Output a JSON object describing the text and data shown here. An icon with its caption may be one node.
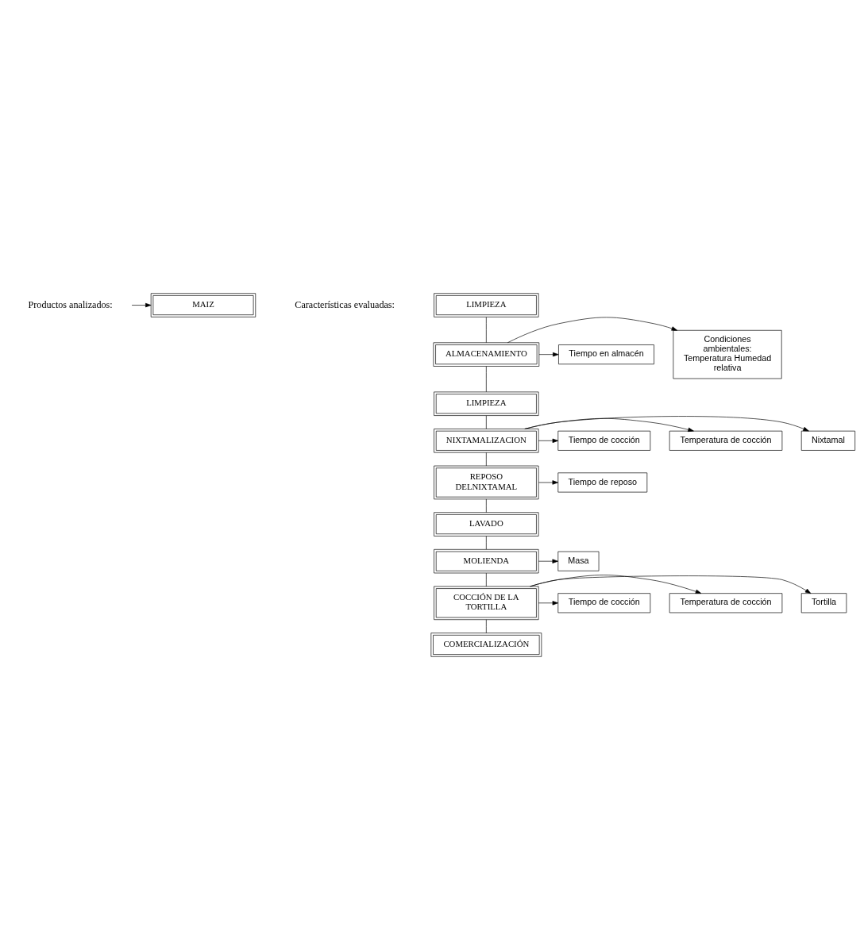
{
  "diagram": {
    "nodes": [
      {
        "text": [
          "Productos analizados:"
        ]
      },
      {
        "text": [
          "MAIZ"
        ]
      },
      {
        "text": [
          "LIMPIEZA"
        ]
      },
      {
        "text": [
          "ALMACENAMIENTO"
        ]
      },
      {
        "text": [
          "LIMPIEZA"
        ]
      },
      {
        "text": [
          "NIXTAMALIZACION"
        ]
      },
      {
        "text": [
          "REPOSO DELNIXTAMAL"
        ]
      },
      {
        "text": [
          "LAVADO"
        ]
      },
      {
        "text": [
          "MOLIENDA"
        ]
      },
      {
        "text": [
          "COCCIÓN DE LA TORTILLA"
        ]
      },
      {
        "text": [
          "COMERCIALIZACIÓN"
        ]
      },
      {
        "text": [
          "Nixtamal"
        ]
      },
      {
        "text": [
          "Masa"
        ]
      },
      {
        "text": [
          "Tortilla"
        ]
      },
      {
        "text": [
          "Condiciones ambientales: Temperatura Humedad relativa"
        ]
      },
      {
        "text": [
          "Tiempo en almacén"
        ]
      },
      {
        "text": [
          "Temperatura de cocción"
        ]
      },
      {
        "text": [
          "Tiempo de cocción"
        ]
      },
      {
        "text": [
          "Tiempo de reposo"
        ]
      },
      {
        "text": [
          "Temperatura de cocción"
        ]
      },
      {
        "text": [
          "Tiempo de cocción"
        ]
      }
    ],
    "edges": [
      {
        "from": 0,
        "to": 1,
        "arrow": "to"
      },
      {
        "from": 2,
        "to": 3,
        "arrow": "none"
      },
      {
        "from": 3,
        "to": 4,
        "arrow": "none"
      },
      {
        "from": 4,
        "to": 5,
        "arrow": "none"
      },
      {
        "from": 5,
        "to": 6,
        "arrow": "none"
      },
      {
        "from": 6,
        "to": 7,
        "arrow": "none"
      },
      {
        "from": 7,
        "to": 8,
        "arrow": "none"
      },
      {
        "from": 8,
        "to": 9,
        "arrow": "none"
      },
      {
        "from": 9,
        "to": 10,
        "arrow": "none"
      },
      {
        "from": 5,
        "to": 11,
        "arrow": "to"
      },
      {
        "from": 8,
        "to": 12,
        "arrow": "to"
      },
      {
        "from": 9,
        "to": 13,
        "arrow": "to"
      },
      {
        "from": 3,
        "to": 14,
        "arrow": "to"
      },
      {
        "from": 3,
        "to": 15,
        "arrow": "to"
      },
      {
        "from": 5,
        "to": 16,
        "arrow": "to"
      },
      {
        "from": 5,
        "to": 17,
        "arrow": "to"
      },
      {
        "from": 6,
        "to": 18,
        "arrow": "to"
      },
      {
        "from": 9,
        "to": 19,
        "arrow": "to"
      },
      {
        "from": 9,
        "to": 20,
        "arrow": "to"
      }
    ],
    "labels": [
      "Características evaluadas:"
    ]
  }
}
